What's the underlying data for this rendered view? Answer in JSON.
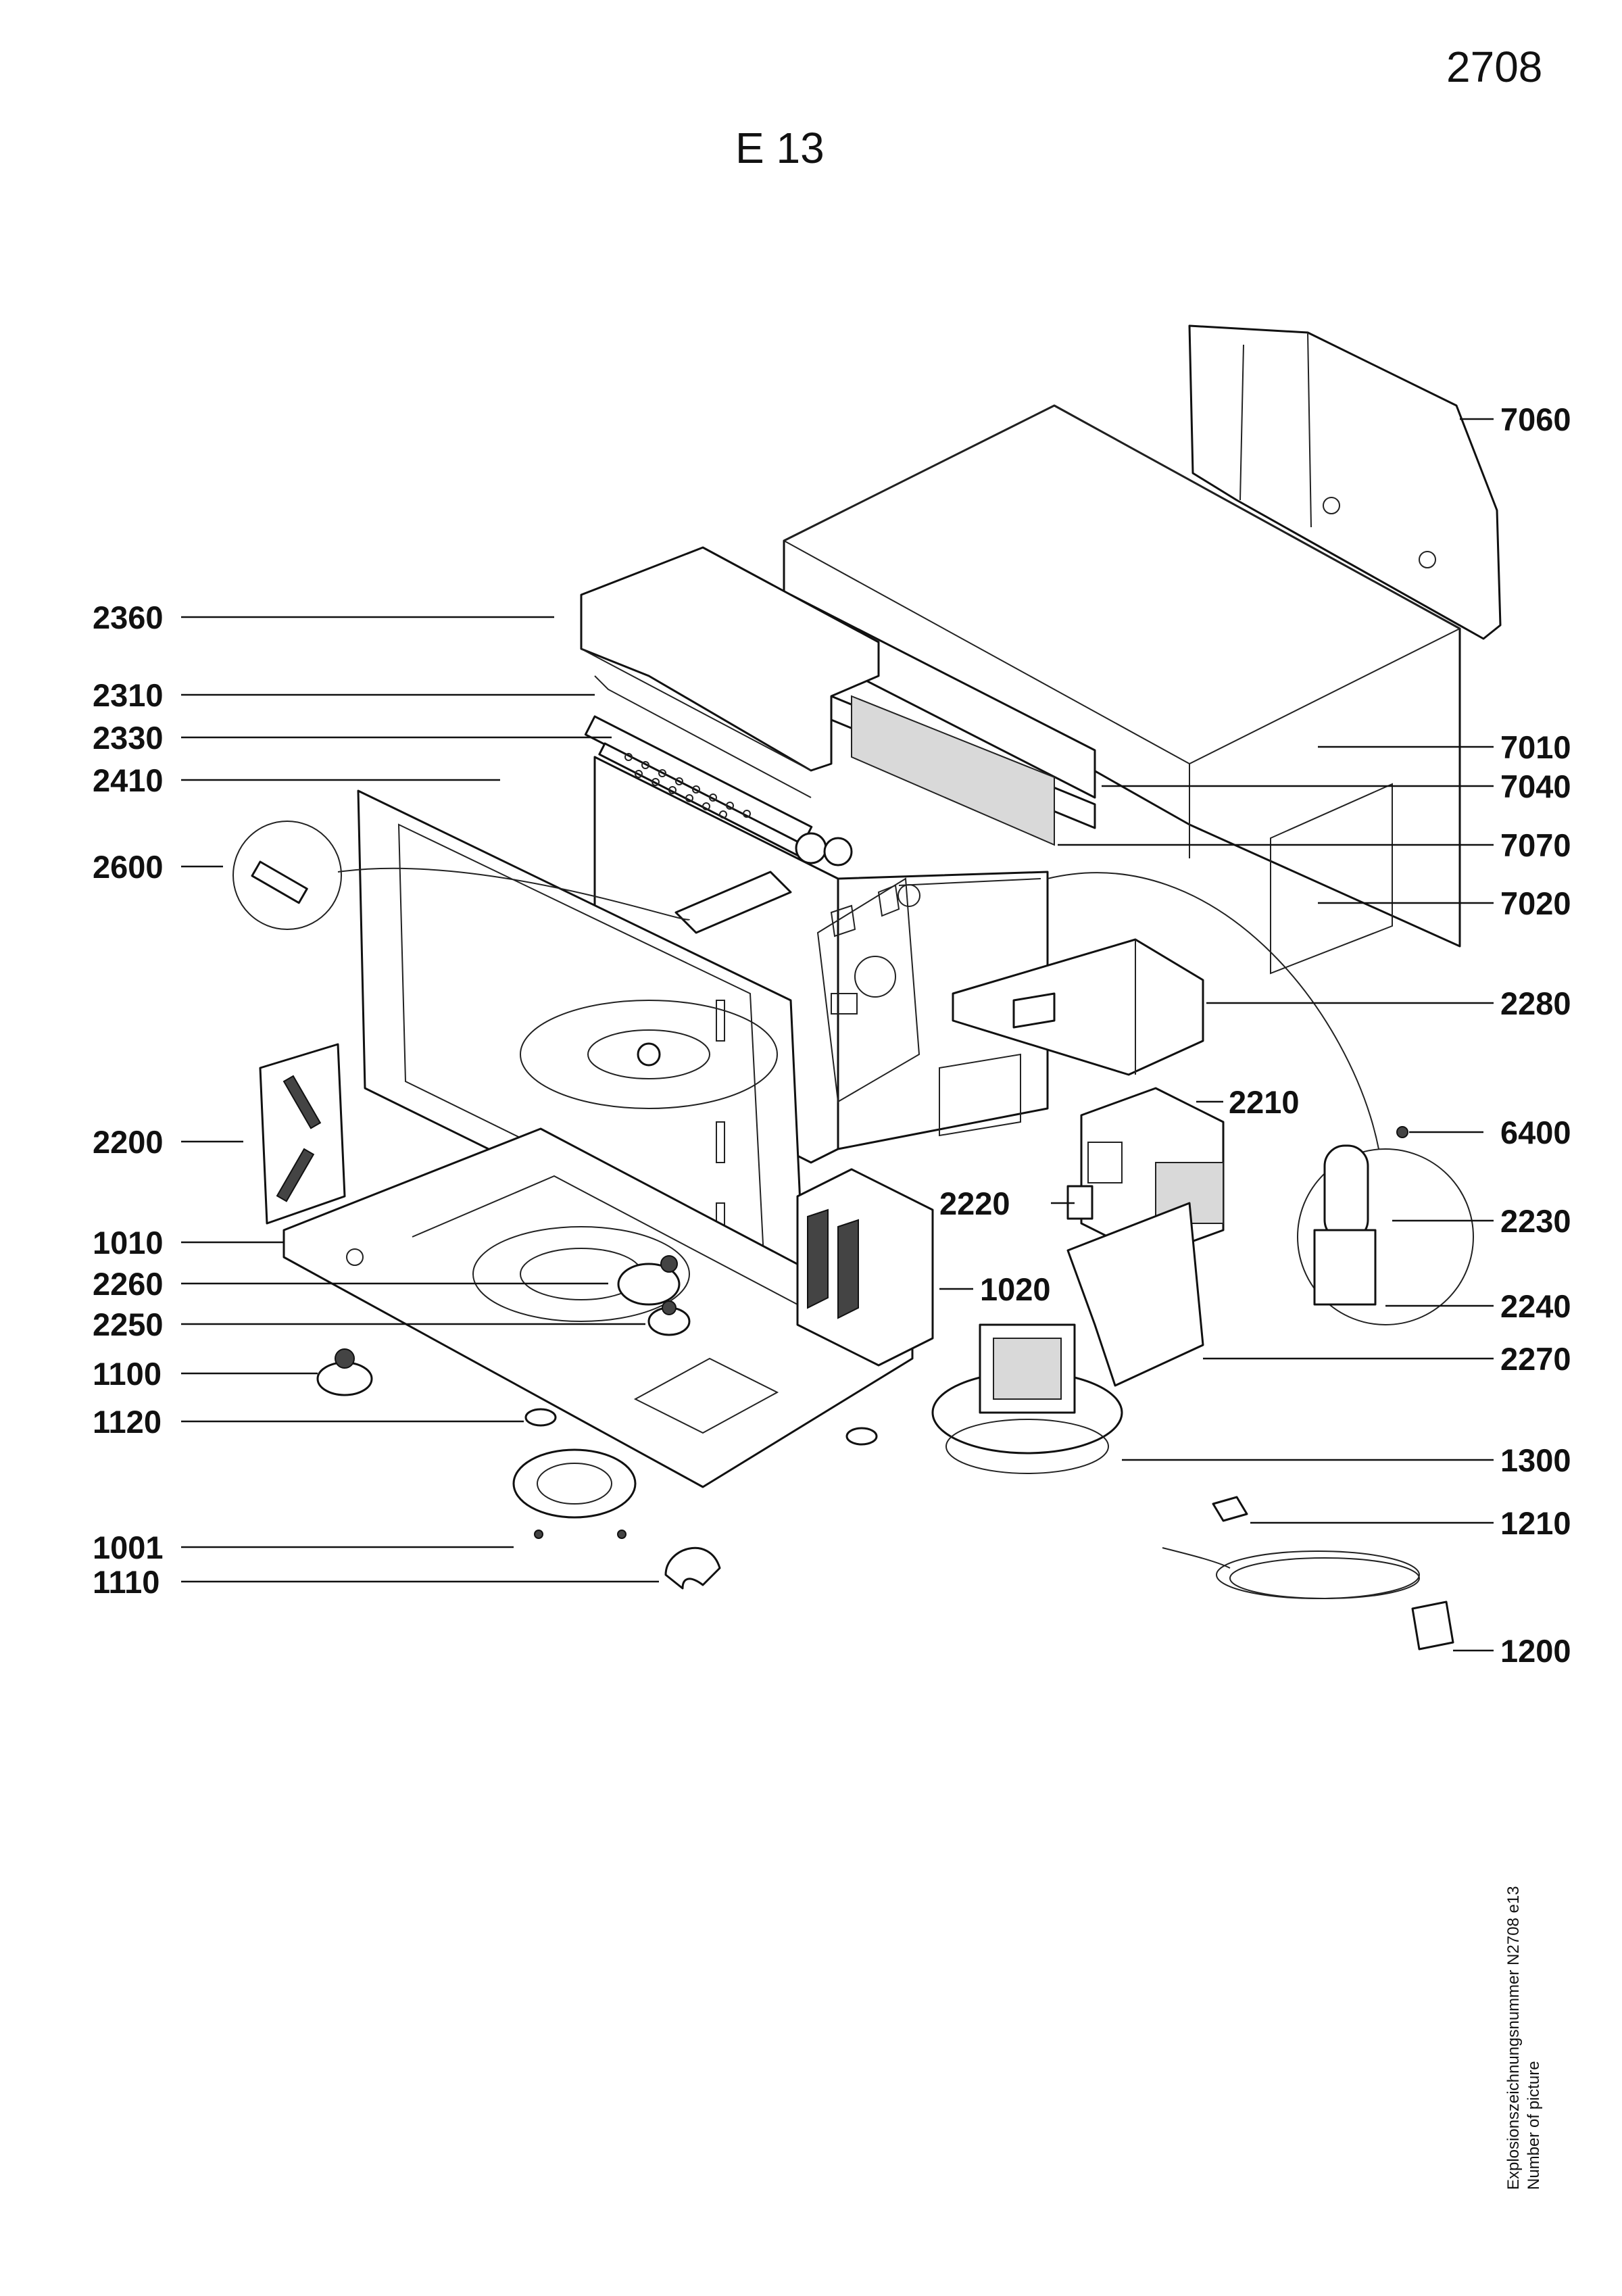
{
  "header": {
    "page_number": "2708",
    "section_code": "E 13"
  },
  "callouts": {
    "c7060": "7060",
    "c2360": "2360",
    "c2310": "2310",
    "c2330": "2330",
    "c2410": "2410",
    "c7010": "7010",
    "c7040": "7040",
    "c7070": "7070",
    "c2600": "2600",
    "c7020": "7020",
    "c2280": "2280",
    "c2210": "2210",
    "c2200": "2200",
    "c6400": "6400",
    "c2220": "2220",
    "c2230": "2230",
    "c1010": "1010",
    "c1020": "1020",
    "c2260": "2260",
    "c2240": "2240",
    "c2250": "2250",
    "c2270": "2270",
    "c1100": "1100",
    "c1120": "1120",
    "c1300": "1300",
    "c1210": "1210",
    "c1001": "1001",
    "c1110": "1110",
    "c1200": "1200"
  },
  "caption": {
    "line1": "Explosionszeichnungsnummer N2708 e13",
    "line2": "Number of picture"
  }
}
